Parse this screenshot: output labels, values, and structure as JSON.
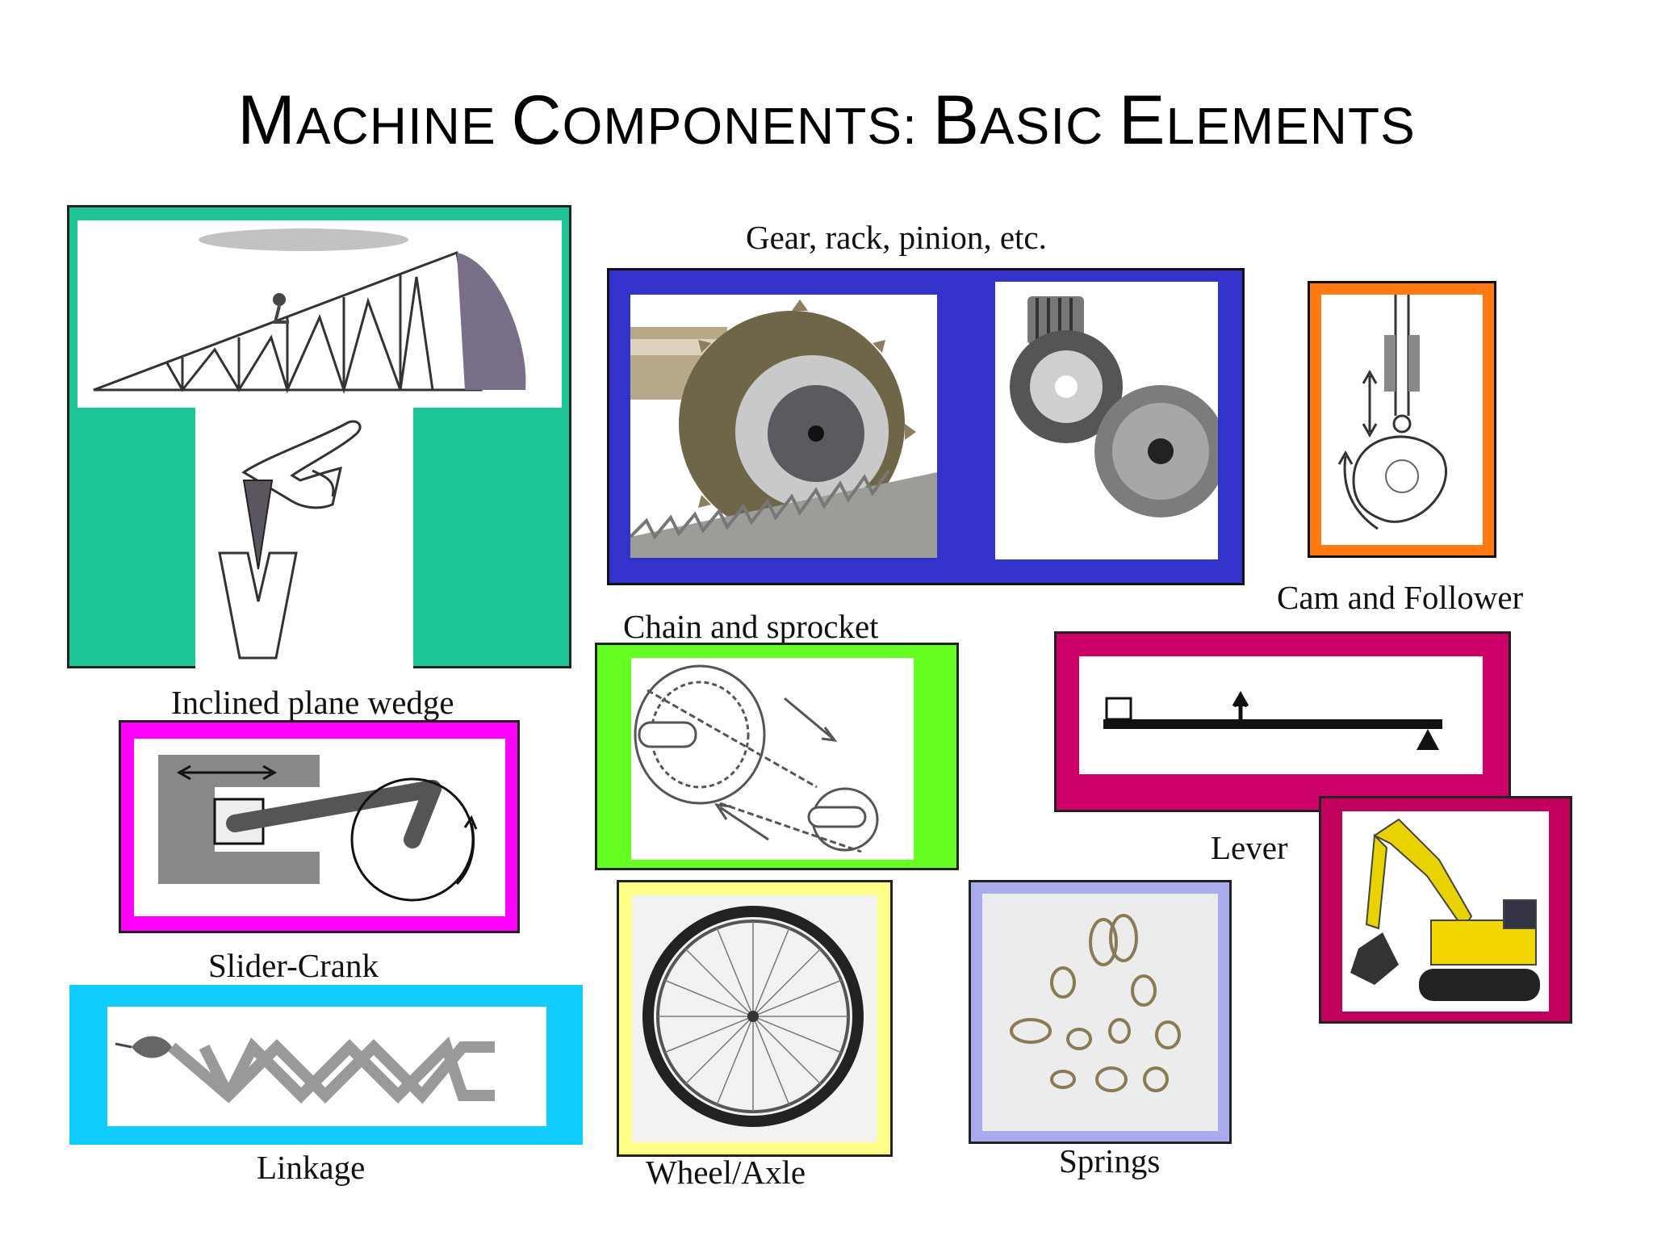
{
  "slide": {
    "title_parts": [
      {
        "cap": "M",
        "rest": "ACHINE "
      },
      {
        "cap": "C",
        "rest": "OMPONENTS: "
      },
      {
        "cap": "B",
        "rest": "ASIC "
      },
      {
        "cap": "E",
        "rest": "LEMENTS"
      }
    ]
  },
  "labels": {
    "inclined_plane": "Inclined plane wedge",
    "gear": "Gear, rack, pinion, etc.",
    "cam": "Cam and Follower",
    "chain": "Chain and sprocket",
    "lever": "Lever",
    "slider_crank": "Slider-Crank",
    "linkage": "Linkage",
    "wheel": "Wheel/Axle",
    "springs": "Springs"
  },
  "colors": {
    "inclined_plane": "#1dc495",
    "gear": "#3333cc",
    "cam": "#ff7a10",
    "chain": "#66ff22",
    "lever": "#cc0066",
    "excavator": "#c0005a",
    "slider_crank": "#ff00ff",
    "linkage": "#11ccff",
    "wheel": "#ffff88",
    "springs": "#aaaaee"
  }
}
